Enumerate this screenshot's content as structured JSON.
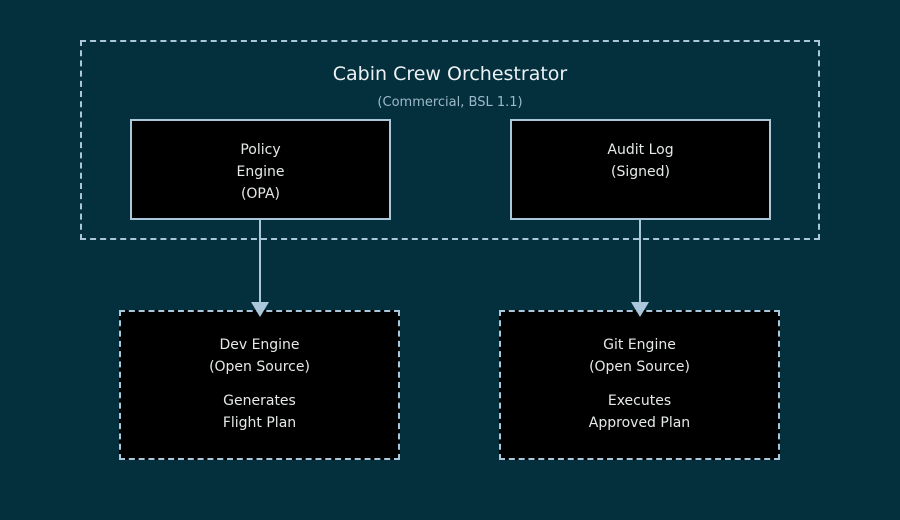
{
  "colors": {
    "background": "#04303e",
    "box_fill": "#000000",
    "border": "#aac7db",
    "arrow": "#aac7db",
    "title_text": "#ecf1f3",
    "subtitle_text": "#9db9c8",
    "box_text": "#e6e9ea"
  },
  "orchestrator": {
    "title": "Cabin Crew Orchestrator",
    "subtitle": "(Commercial, BSL 1.1)"
  },
  "nodes": {
    "policy_engine": {
      "lines": [
        "Policy",
        "Engine",
        "(OPA)"
      ]
    },
    "audit_log": {
      "lines": [
        "Audit Log",
        "(Signed)"
      ]
    },
    "dev_engine": {
      "title_lines": [
        "Dev Engine",
        "(Open Source)"
      ],
      "body_lines": [
        "Generates",
        "Flight Plan"
      ]
    },
    "git_engine": {
      "title_lines": [
        "Git Engine",
        "(Open Source)"
      ],
      "body_lines": [
        "Executes",
        "Approved Plan"
      ]
    }
  },
  "edges": [
    {
      "from": "policy_engine",
      "to": "dev_engine"
    },
    {
      "from": "audit_log",
      "to": "git_engine"
    }
  ]
}
